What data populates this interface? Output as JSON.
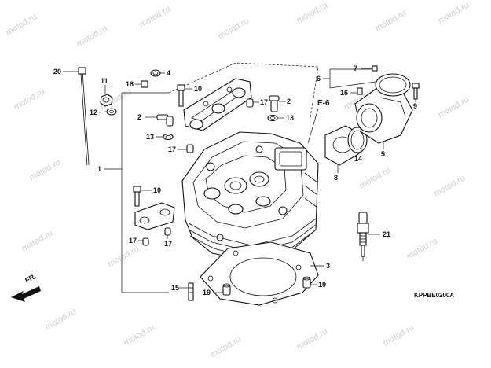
{
  "watermark": "motod.ru",
  "callouts": {
    "c1": "1",
    "c2a": "2",
    "c2b": "2",
    "c3": "3",
    "c4": "4",
    "c5": "5",
    "c6": "6",
    "c7": "7",
    "c8": "8",
    "c9": "9",
    "c10a": "10",
    "c10b": "10",
    "c11": "11",
    "c12": "12",
    "c13a": "13",
    "c13b": "13",
    "c14": "14",
    "c15": "15",
    "c16": "16",
    "c17a": "17",
    "c17b": "17",
    "c17c": "17",
    "c17d": "17",
    "c18": "18",
    "c19a": "19",
    "c19b": "19",
    "c20": "20",
    "c21": "21"
  },
  "section_ref": "E-6",
  "drawing_code": "KPPBE0200A",
  "front_label": "FR."
}
